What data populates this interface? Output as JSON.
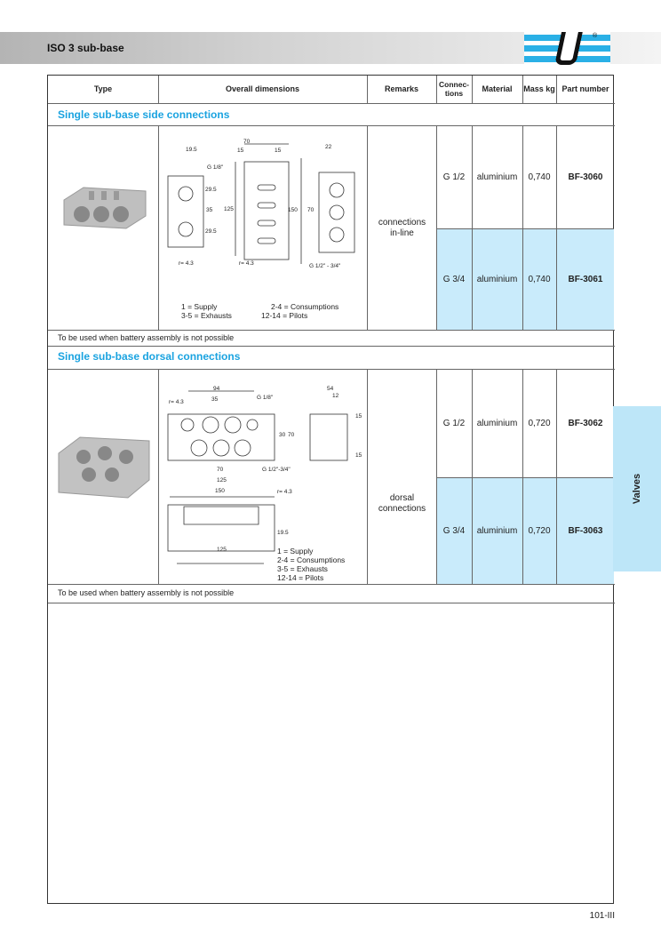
{
  "header": {
    "title": "ISO 3 sub-base",
    "logo": "U"
  },
  "table": {
    "columns": [
      "Type",
      "Overall dimensions",
      "Remarks",
      "Connec-tions",
      "Material",
      "Mass kg",
      "Part number"
    ],
    "sections": [
      {
        "title": "Single sub-base side connections",
        "remarks": "connections in-line",
        "note": "To be used when battery assembly is not possible",
        "rows": [
          {
            "connections": "G 1/2",
            "material": "aluminium",
            "mass": "0,740",
            "part": "BF-3060"
          },
          {
            "connections": "G 3/4",
            "material": "aluminium",
            "mass": "0,740",
            "part": "BF-3061"
          }
        ],
        "dims": [
          "70",
          "15",
          "15",
          "22",
          "19.5",
          "G 1/8\"",
          "29.5",
          "35",
          "29.5",
          "125",
          "150",
          "70",
          "r= 4.3",
          "r= 4.3",
          "G 1/2\" - 3/4\""
        ],
        "legend": [
          "1 = Supply",
          "2-4 = Consumptions",
          "3-5 = Exhausts",
          "12-14 = Pilots"
        ]
      },
      {
        "title": "Single sub-base dorsal connections",
        "remarks": "dorsal connections",
        "note": "To be used when battery assembly is not possible",
        "rows": [
          {
            "connections": "G 1/2",
            "material": "aluminium",
            "mass": "0,720",
            "part": "BF-3062"
          },
          {
            "connections": "G 3/4",
            "material": "aluminium",
            "mass": "0,720",
            "part": "BF-3063"
          }
        ],
        "dims": [
          "94",
          "35",
          "G 1/8\"",
          "r= 4.3",
          "54",
          "12",
          "15",
          "30",
          "70",
          "15",
          "70",
          "G 1/2\"-3/4\"",
          "125",
          "150",
          "r= 4.3",
          "19.5",
          "125"
        ],
        "legend": [
          "1 = Supply",
          "2-4 = Consumptions",
          "3-5 = Exhausts",
          "12-14 = Pilots"
        ]
      }
    ]
  },
  "side_tab": "Valves",
  "footer": {
    "page": "101-III"
  },
  "colors": {
    "accent": "#1aa3e0",
    "highlight": "#c9ebfb",
    "tab": "#bde6f8"
  }
}
